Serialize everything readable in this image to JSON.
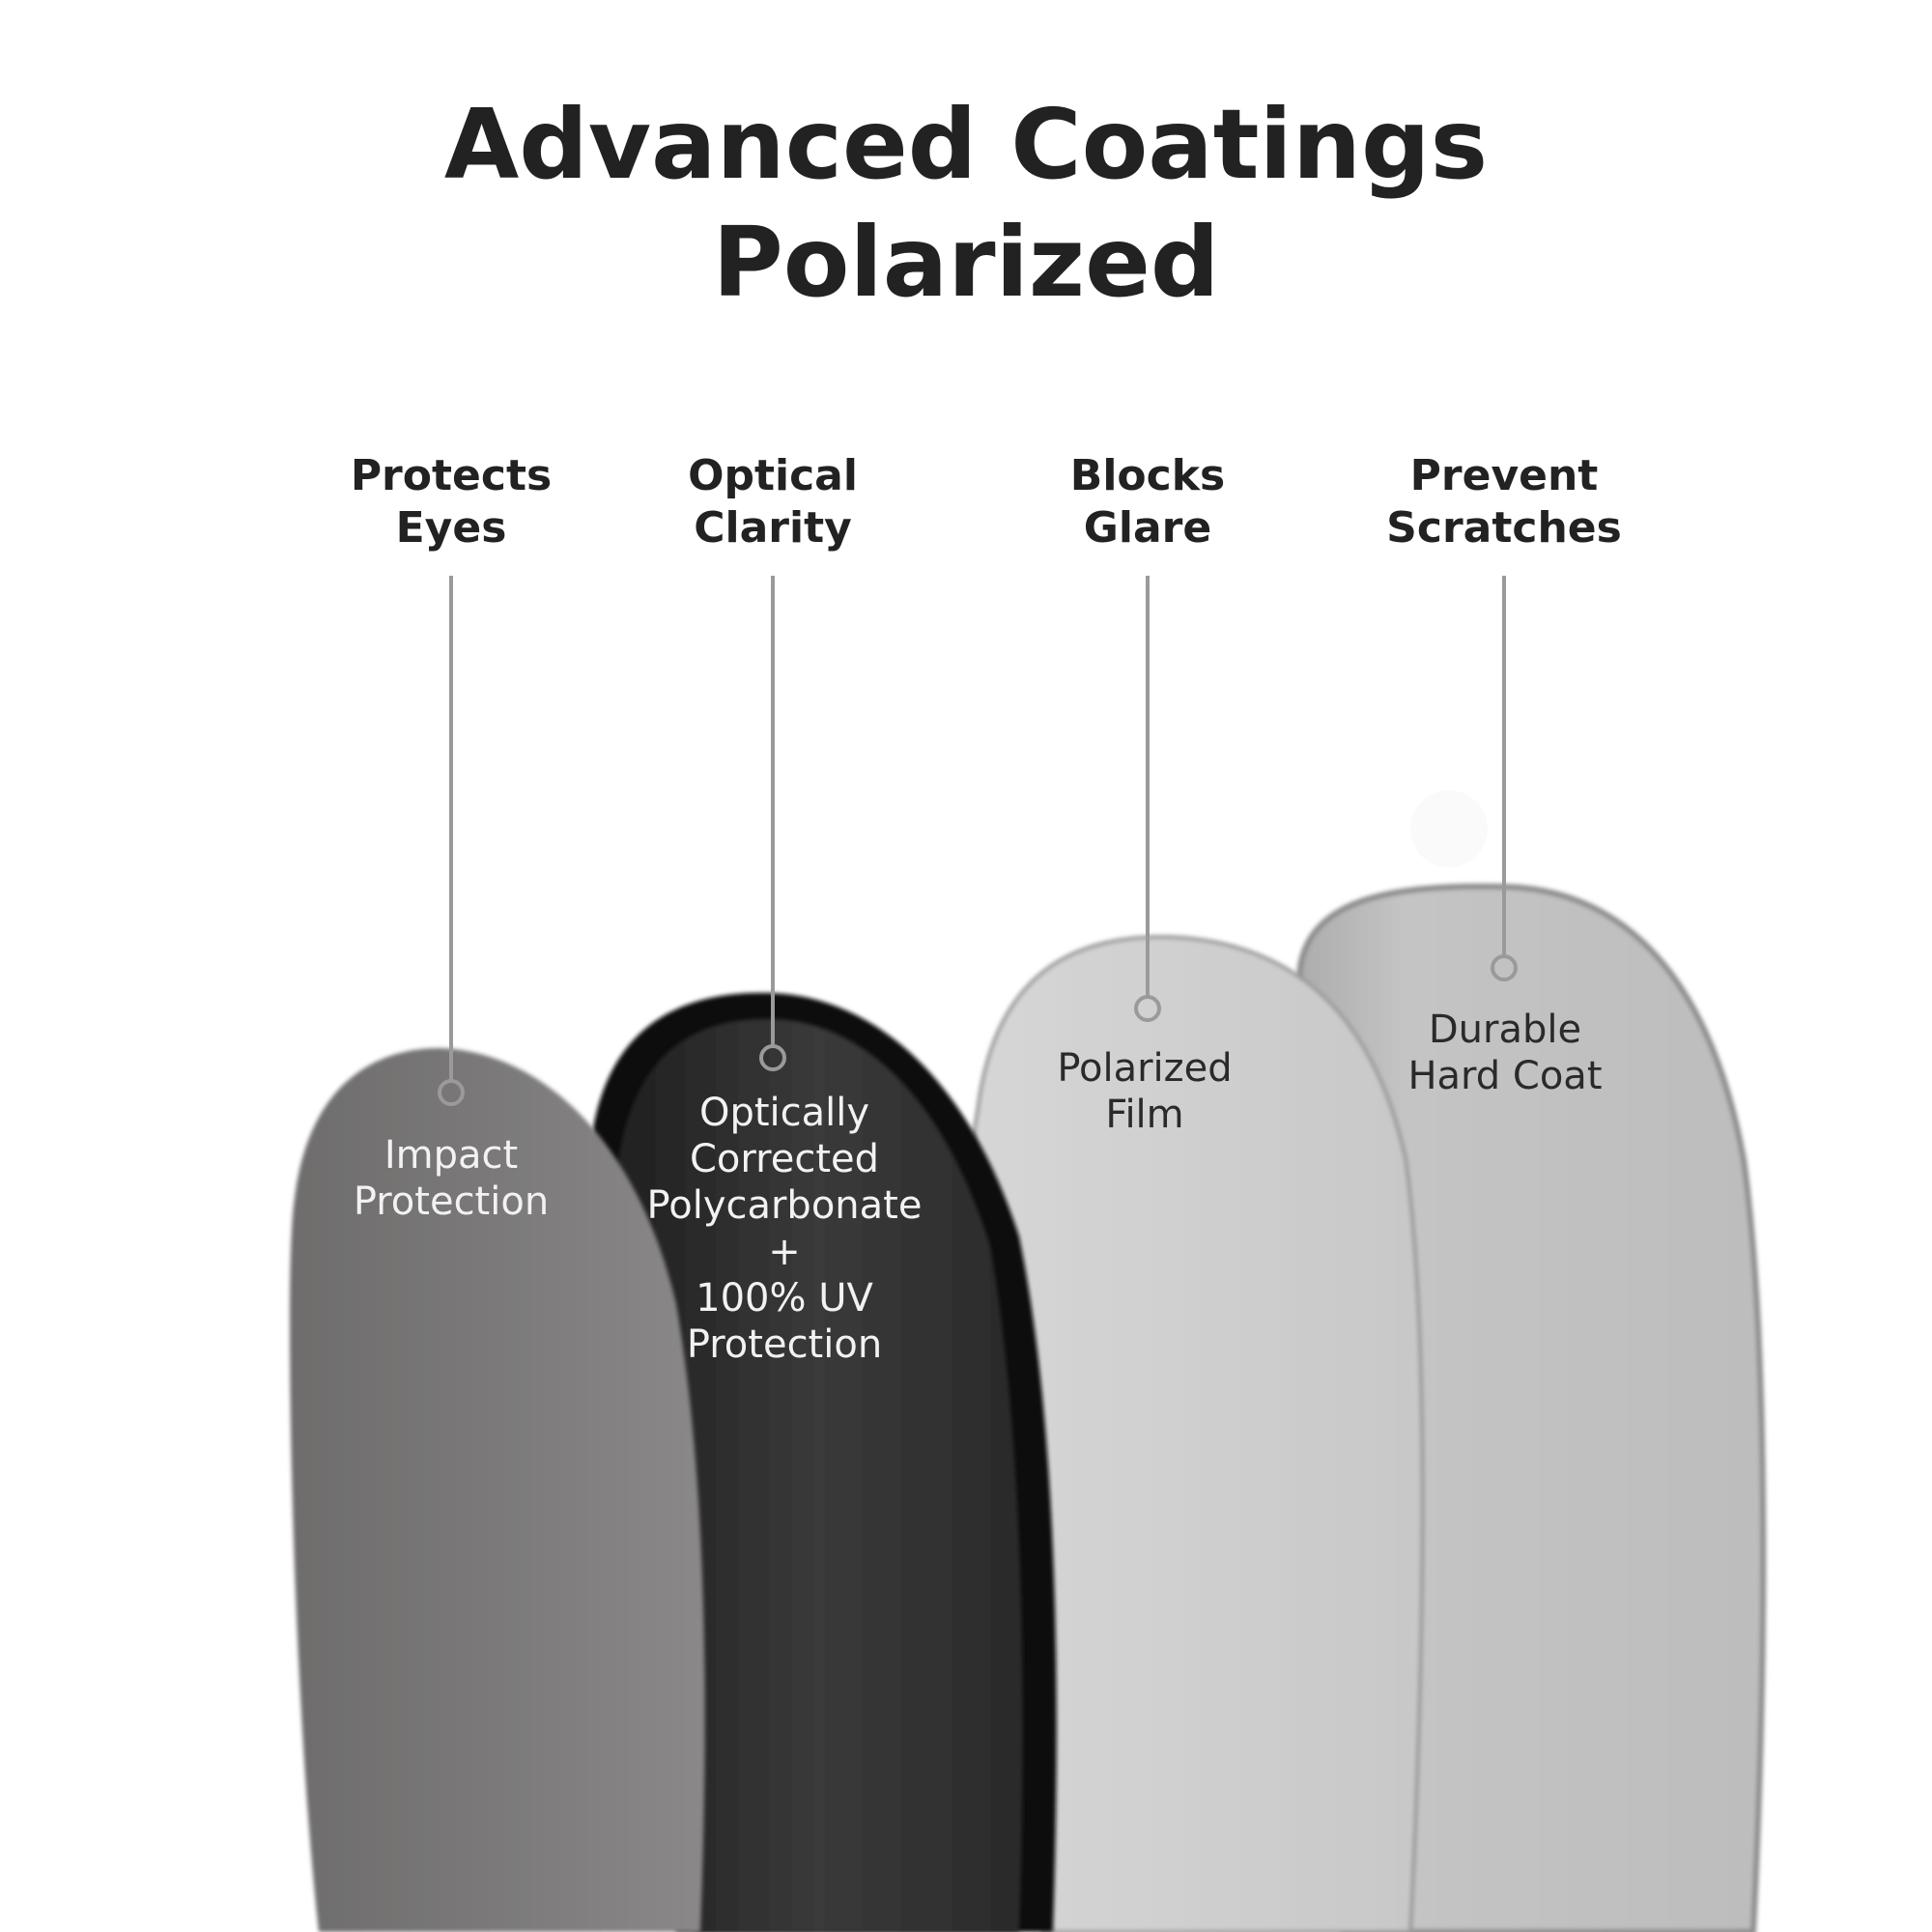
{
  "title": {
    "line1": "Advanced Coatings",
    "line2": "Polarized"
  },
  "features": [
    {
      "line1": "Protects",
      "line2": "Eyes"
    },
    {
      "line1": "Optical",
      "line2": "Clarity"
    },
    {
      "line1": "Blocks",
      "line2": "Glare"
    },
    {
      "line1": "Prevent",
      "line2": "Scratches"
    }
  ],
  "layers": [
    {
      "lines": [
        "Impact",
        "Protection"
      ]
    },
    {
      "lines": [
        "Optically",
        "Corrected",
        "Polycarbonate",
        "+",
        "100% UV",
        "Protection"
      ]
    },
    {
      "lines": [
        "Polarized",
        "Film"
      ]
    },
    {
      "lines": [
        "Durable",
        "Hard Coat"
      ]
    }
  ],
  "colors": {
    "title_text": "#222222",
    "leader_line": "#9a9a9a",
    "lens_impact": "#7a7878",
    "lens_polycarbonate": "#2b2b2b",
    "lens_polarized_film": "#cfcfcf",
    "lens_hard_coat": "#bdbdbd"
  }
}
